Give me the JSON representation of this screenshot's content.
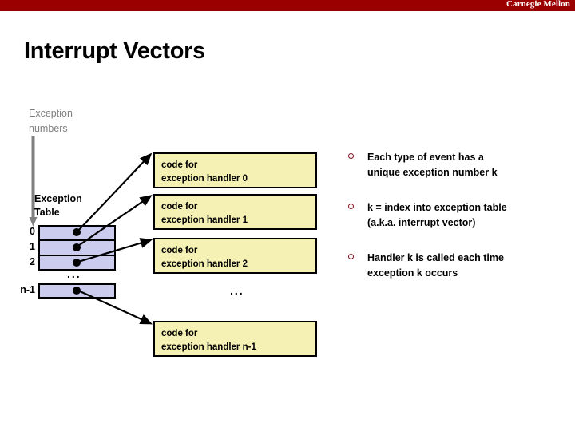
{
  "header": {
    "brand": "Carnegie Mellon",
    "banner_color": "#9a0000"
  },
  "slide": {
    "title": "Interrupt Vectors"
  },
  "diagram": {
    "exception_numbers_label": "Exception\nnumbers",
    "exception_numbers_label_line1": "Exception",
    "exception_numbers_label_line2": "numbers",
    "exception_table_label_line1": "Exception",
    "exception_table_label_line2": "Table",
    "table_ellipsis": "...",
    "code_ellipsis": "...",
    "table_rows": [
      {
        "label": "0"
      },
      {
        "label": "1"
      },
      {
        "label": "2"
      },
      {
        "label": "n-1"
      }
    ],
    "code_boxes": [
      {
        "line1": "code for",
        "line2": "exception handler 0"
      },
      {
        "line1": "code for",
        "line2": "exception handler 1"
      },
      {
        "line1": "code for",
        "line2": "exception handler 2"
      },
      {
        "line1": "code for",
        "line2": "exception handler n-1"
      }
    ],
    "colors": {
      "table_cell": "#ccccee",
      "code_box": "#f5f0b4",
      "gray_arrow": "#808080",
      "bullet_marker": "#7d1520"
    }
  },
  "bullets": [
    {
      "line1": "Each type of event has a",
      "line2": "unique exception number k"
    },
    {
      "line1": "k = index into exception table",
      "line2": "(a.k.a. interrupt vector)"
    },
    {
      "line1": "Handler k is called each time",
      "line2": "exception k occurs"
    }
  ]
}
